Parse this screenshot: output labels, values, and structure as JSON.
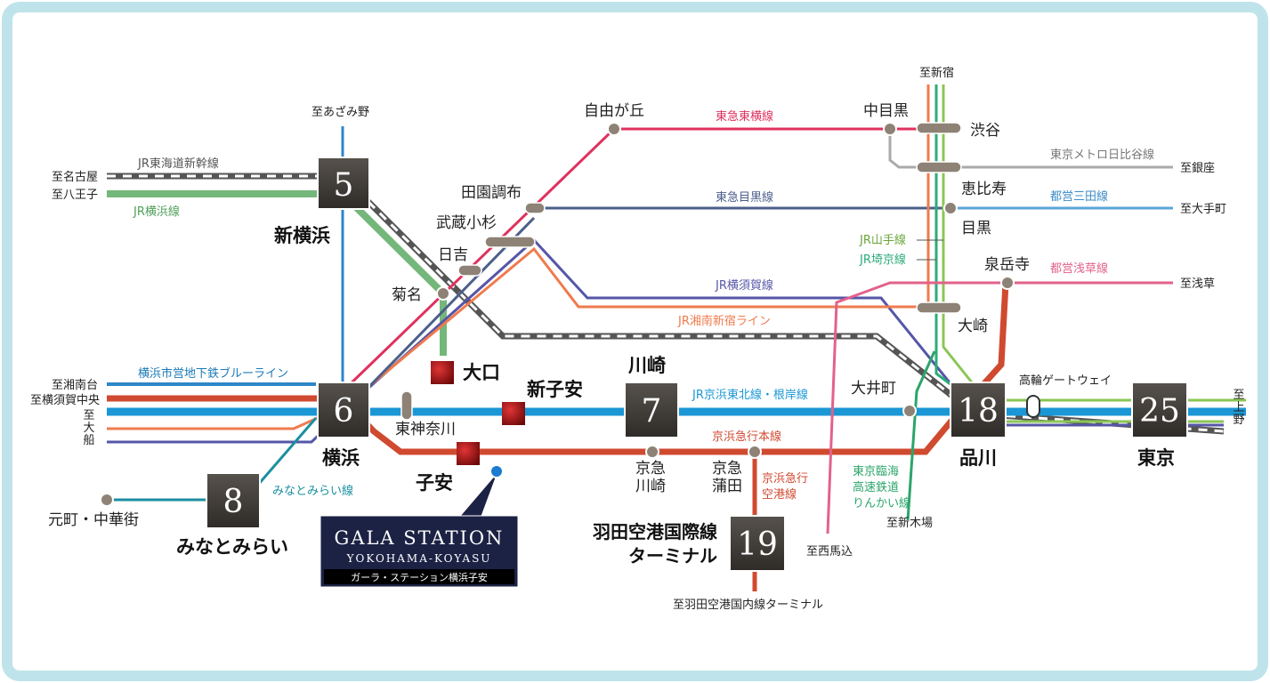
{
  "colors": {
    "frame": "#bfe3ea",
    "jr_yokohama": "#74b77a",
    "shinkansen": "#777777",
    "bluelinegreen": "#0a8fb0",
    "keihin_blue": "#1a97d4",
    "keikyu": "#d04a30",
    "toyoko": "#e0315d",
    "meguro": "#4b5f8a",
    "yokosuka": "#5656a8",
    "shonan": "#ef7b4d",
    "yamanote": "#8ac654",
    "saikyo": "#2cab7a",
    "hibiya": "#aaaaaa",
    "mita": "#5aa6d8",
    "asakusa": "#e2628a",
    "minatomirai": "#1b8fa0",
    "rinkai": "#2ba56a",
    "box": "#3d3a37",
    "station_red": "#aa1111",
    "gala": "#1b2244"
  },
  "times": {
    "shinyokohama": "5",
    "yokohama": "6",
    "kawasaki": "7",
    "minatomirai": "8",
    "shinagawa": "18",
    "haneda": "19",
    "tokyo": "25"
  },
  "stations": {
    "shinyokohama": "新横浜",
    "yokohama": "横浜",
    "minatomirai": "みなとみらい",
    "kawasaki": "川崎",
    "shinagawa": "品川",
    "tokyo": "東京",
    "haneda": "羽田空港国際線\nターミナル",
    "oguchi": "大口",
    "shinkoyasu": "新子安",
    "koyasu": "子安",
    "jiyugaoka": "自由が丘",
    "denenchofu": "田園調布",
    "musashikosugi": "武蔵小杉",
    "hiyoshi": "日吉",
    "kikuna": "菊名",
    "higashikanagawa": "東神奈川",
    "nakameguro": "中目黒",
    "shibuya": "渋谷",
    "ebisu": "恵比寿",
    "meguro": "目黒",
    "sengakuji": "泉岳寺",
    "osaki": "大崎",
    "oimachi": "大井町",
    "keikyukawasaki": "京急\n川崎",
    "keikyukamata": "京急\n蒲田",
    "motomachi": "元町・中華街",
    "takanawa": "高輪ゲートウェイ"
  },
  "directions": {
    "azamino": "至あざみ野",
    "nagoya": "至名古屋",
    "hachioji": "至八王子",
    "shonandai": "至湘南台",
    "yokosukachuo": "至横須賀中央",
    "ofuna": "至\n大\n船",
    "shinjuku": "至新宿",
    "ginza": "至銀座",
    "otemachi": "至大手町",
    "asakusa": "至浅草",
    "ueno": "至\n上\n野",
    "shinkiba": "至新木場",
    "nishimagome": "至西馬込",
    "haneda_domestic": "至羽田空港国内線ターミナル"
  },
  "lines": {
    "shinkansen": "JR東海道新幹線",
    "yokohama_line": "JR横浜線",
    "toyoko": "東急東横線",
    "meguro_line": "東急目黒線",
    "yokosuka": "JR横須賀線",
    "shonan": "JR湘南新宿ライン",
    "blueline": "横浜市営地下鉄ブルーライン",
    "keihin": "JR京浜東北線・根岸線",
    "keikyu": "京浜急行本線",
    "keikyu_airport": "京浜急行\n空港線",
    "hibiya": "東京メトロ日比谷線",
    "mita": "都営三田線",
    "yamanote": "JR山手線",
    "saikyo": "JR埼京線",
    "asakusa": "都営浅草線",
    "rinkai": "東京臨海\n高速鉄道\nりんかい線",
    "minatomirai": "みなとみらい線"
  },
  "gala": {
    "title": "GALA STATION",
    "subtitle": "YOKOHAMA-KOYASU",
    "caption": "ガーラ・ステーション横浜子安"
  }
}
